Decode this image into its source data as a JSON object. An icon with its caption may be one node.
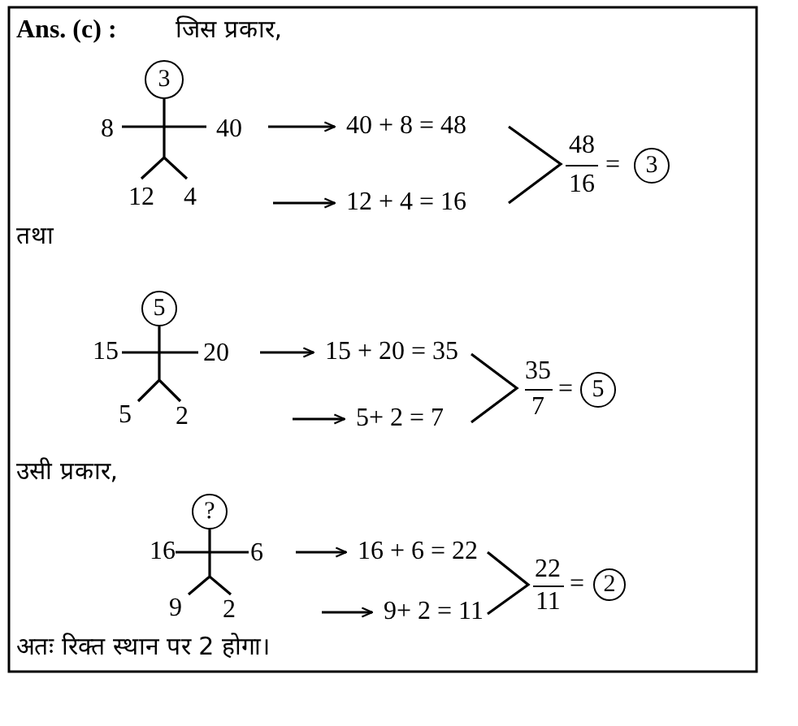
{
  "diagram": {
    "nodes": [
      {
        "text": [
          "3"
        ]
      },
      {
        "text": [
          "40 + 8 = 48"
        ]
      },
      {
        "text": [
          "12 + 4 = 16"
        ]
      },
      {
        "text": [
          "3"
        ]
      },
      {
        "text": [
          "5"
        ]
      },
      {
        "text": [
          "15 + 20 = 35"
        ]
      },
      {
        "text": [
          "5+ 2 = 7"
        ]
      },
      {
        "text": [
          "5"
        ]
      },
      {
        "text": [
          "?"
        ]
      },
      {
        "text": [
          "16 + 6 = 22"
        ]
      },
      {
        "text": [
          "9+ 2 = 11"
        ]
      },
      {
        "text": [
          "2"
        ]
      }
    ],
    "edges": [
      {
        "from": null,
        "to": 1,
        "arrow": "to"
      },
      {
        "from": null,
        "to": 2,
        "arrow": "to"
      },
      {
        "from": null,
        "to": 5,
        "arrow": "to"
      },
      {
        "from": null,
        "to": 6,
        "arrow": "to"
      },
      {
        "from": null,
        "to": 9,
        "arrow": "to"
      },
      {
        "from": null,
        "to": 10,
        "arrow": "to"
      }
    ],
    "labels": [
      "Ans. (c) :",
      "जिस प्रकार,",
      "8",
      "40",
      "12",
      "4",
      "48",
      "16",
      "=",
      "तथा",
      "15",
      "20",
      "5",
      "2",
      "35",
      "7",
      "=",
      "उसी प्रकार,",
      "16",
      "6",
      "9",
      "2",
      "22",
      "11",
      "=",
      "अतः रिक्त स्थान पर 2 होगा।"
    ]
  }
}
